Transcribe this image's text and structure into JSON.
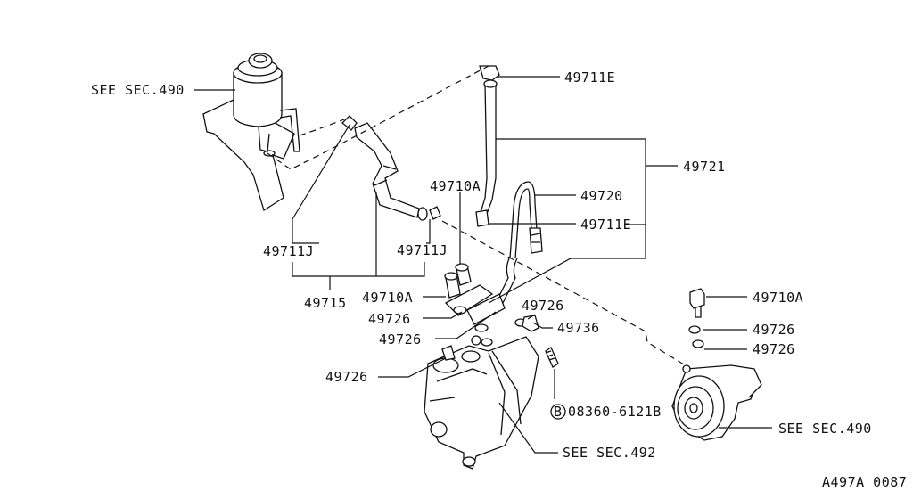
{
  "diagram": {
    "figure_code": "A497A 0087",
    "labels": {
      "see_sec_490_top": "SEE SEC.490",
      "p49711e_top": "49711E",
      "p49721": "49721",
      "p49710a_mid": "49710A",
      "p49720": "49720",
      "p49711e_mid": "49711E",
      "p49711j_left": "49711J",
      "p49711j_right": "49711J",
      "p49715": "49715",
      "p49710a_left": "49710A",
      "p49726_a": "49726",
      "p49726_b": "49726",
      "p49726_c": "49726",
      "p49726_d": "49726",
      "p49736": "49736",
      "p49710a_right": "49710A",
      "p49726_r1": "49726",
      "p49726_r2": "49726",
      "bolt_symbol": "B",
      "bolt_code": "08360-6121B",
      "see_sec_490_bottom": "SEE SEC.490",
      "see_sec_492": "SEE SEC.492"
    }
  }
}
